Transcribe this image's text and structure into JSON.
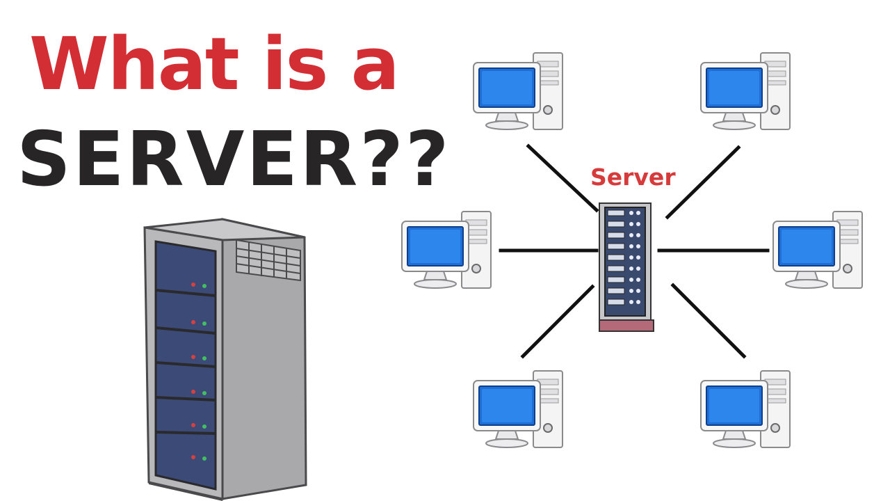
{
  "title": {
    "line1": "What is a",
    "line2": "SERVER??"
  },
  "diagram": {
    "server_label": "Server",
    "clients": [
      {
        "id": "top-left"
      },
      {
        "id": "top-right"
      },
      {
        "id": "middle-left"
      },
      {
        "id": "middle-right"
      },
      {
        "id": "bottom-left"
      },
      {
        "id": "bottom-right"
      }
    ]
  },
  "icons": {
    "tower": "server-tower-icon",
    "rack": "server-rack-icon",
    "client": "desktop-computer-icon"
  },
  "colors": {
    "title_red": "#d42e35",
    "title_dark": "#272525",
    "label_red": "#d63a3a",
    "screen_blue": "#1f6fd6",
    "rack_navy": "#3a4a6e",
    "rack_base": "#b46a78",
    "link_black": "#111111"
  }
}
